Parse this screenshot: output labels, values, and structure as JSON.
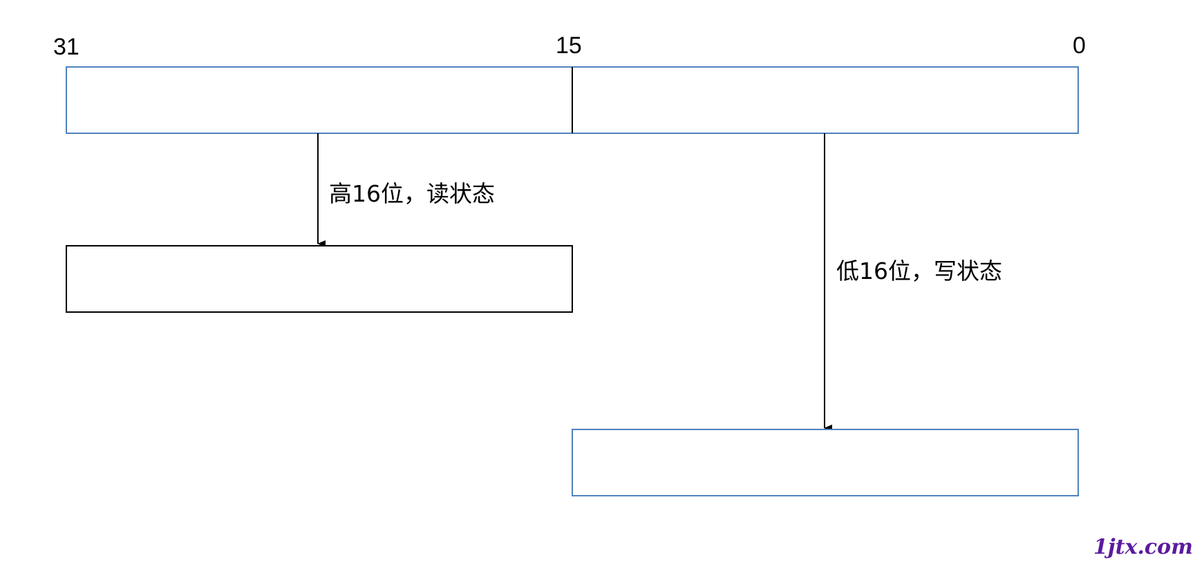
{
  "bit_labels": {
    "high": "31",
    "mid": "15",
    "low": "0"
  },
  "arrows": {
    "read": "高16位，读状态",
    "write": "低16位，写状态"
  },
  "watermark": "1jtx.com",
  "colors": {
    "register_border": "#4f81bd",
    "read_box_border": "#000000",
    "write_box_border": "#4f81bd",
    "watermark": "#5b1a9e",
    "line": "#000000"
  }
}
